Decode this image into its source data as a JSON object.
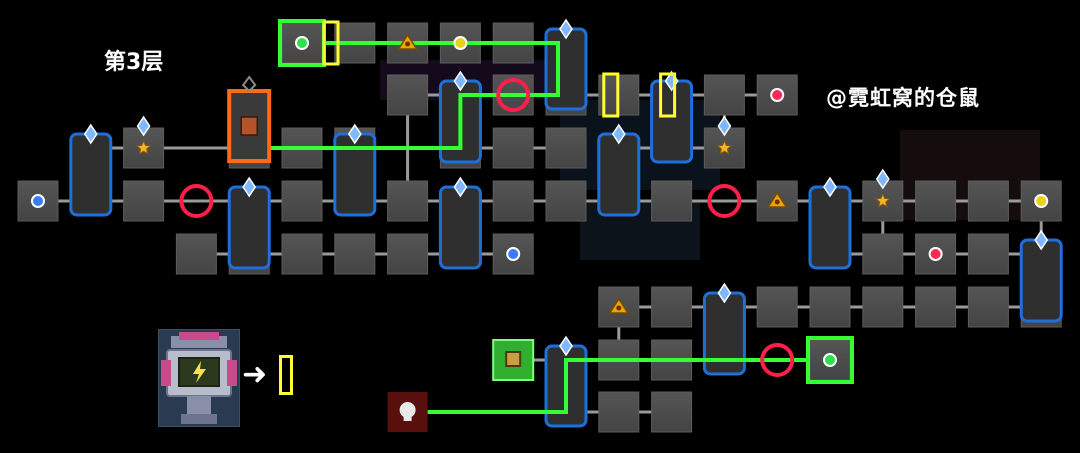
{
  "floor_label": "第3层",
  "watermark": "@霓虹窝的仓鼠",
  "legend": {
    "arrow": "➜",
    "vendor_icon": "vending-machine-icon",
    "marker": "yellow-door-marker"
  },
  "colors": {
    "room": "#4a4a4a",
    "room_edge": "#5c5c5c",
    "corridor": "#9a9a9a",
    "route": "#33ff33",
    "yellow_marker": "#ffff33",
    "locked_ring": "#ff1f4b",
    "boss_frame": "#ff6a1a",
    "portal_room_border": "#1e6fd9",
    "crystal": "#7fb8ff"
  },
  "icons": {
    "start": "skull-icon",
    "boss": "boss-room-icon",
    "shop": "shop-icon",
    "star": "star-icon",
    "warning": "hazard-icon",
    "orb_green": "green-orb-icon",
    "orb_yellow": "yellow-orb-icon",
    "orb_red": "red-orb-icon",
    "orb_blue": "blue-orb-icon",
    "locked": "locked-ring-icon",
    "crystal": "crystal-icon"
  }
}
